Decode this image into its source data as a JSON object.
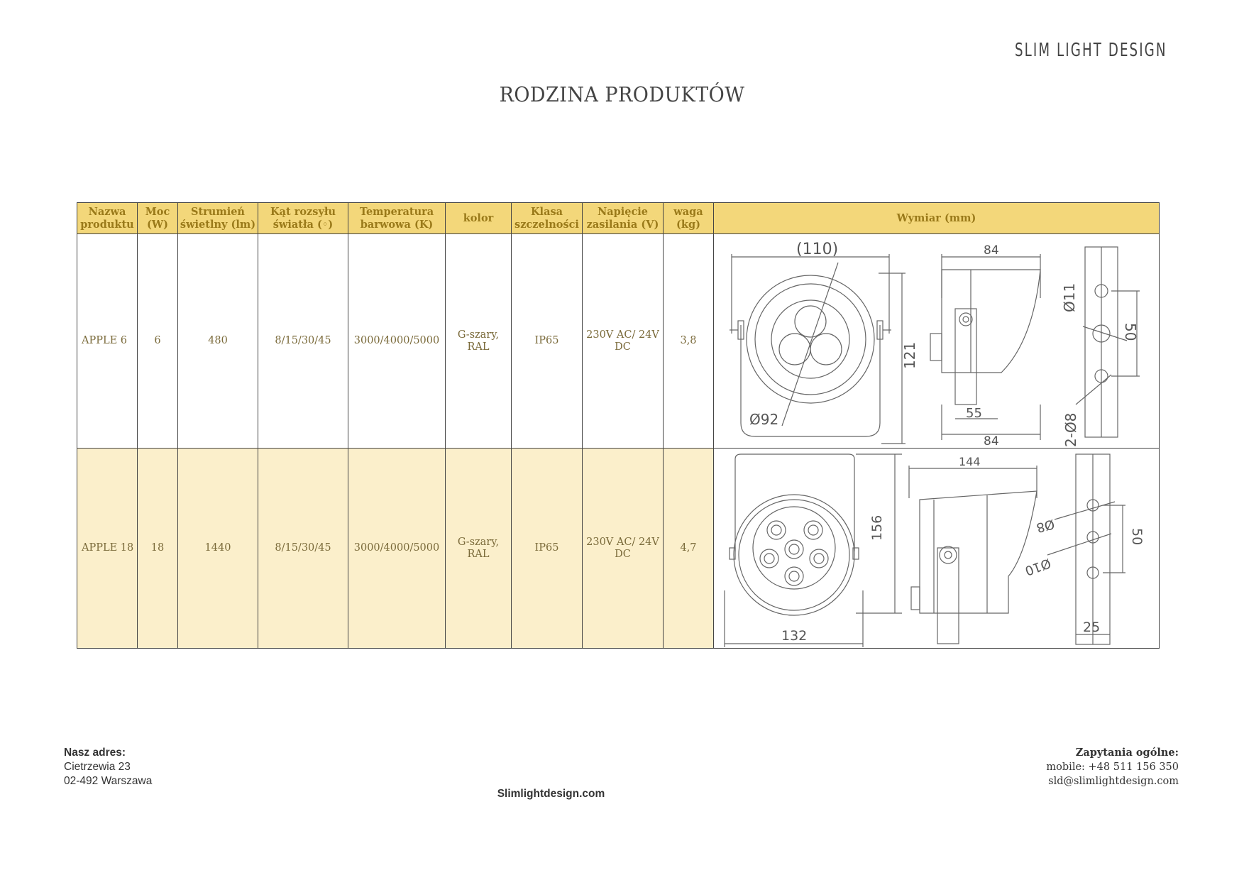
{
  "brand": {
    "logo_text": "SLIM LIGHT DESIGN"
  },
  "page_title": "RODZINA PRODUKTÓW",
  "table": {
    "headers": [
      "Nazwa produktu",
      "Moc (W)",
      "Strumień świetlny (lm)",
      "Kąt rozsyłu światła (◦)",
      "Temperatura barwowa (K)",
      "kolor",
      "Klasa szczelności",
      "Napięcie zasilania (V)",
      "waga (kg)",
      "Wymiar (mm)"
    ],
    "rows": [
      {
        "name": "APPLE 6",
        "power": "6",
        "flux": "480",
        "angle": "8/15/30/45",
        "temperature": "3000/4000/5000",
        "color": "G-szary, RAL",
        "ip": "IP65",
        "voltage": "230V AC/ 24V DC",
        "weight": "3,8",
        "dimensions": {
          "d1": "(110)",
          "d2": "84",
          "d3": "121",
          "d4": "Ø92",
          "d5": "Ø11",
          "d6": "50",
          "d7": "55",
          "d8": "84",
          "d9": "2-Ø8"
        }
      },
      {
        "name": "APPLE 18",
        "power": "18",
        "flux": "1440",
        "angle": "8/15/30/45",
        "temperature": "3000/4000/5000",
        "color": "G-szary, RAL",
        "ip": "IP65",
        "voltage": "230V AC/ 24V DC",
        "weight": "4,7",
        "dimensions": {
          "d1": "144",
          "d2": "156",
          "d3": "132",
          "d4": "Ø8",
          "d5": "Ø10",
          "d6": "50",
          "d7": "25"
        }
      }
    ]
  },
  "footer": {
    "address_heading": "Nasz adres:",
    "address_line1": "Cietrzewia 23",
    "address_line2": "02-492 Warszawa",
    "website": "Slimlightdesign.com",
    "contact_heading": "Zapytania ogólne:",
    "contact_mobile": "mobile: +48 511 156 350",
    "contact_email": "sld@slimlightdesign.com"
  }
}
